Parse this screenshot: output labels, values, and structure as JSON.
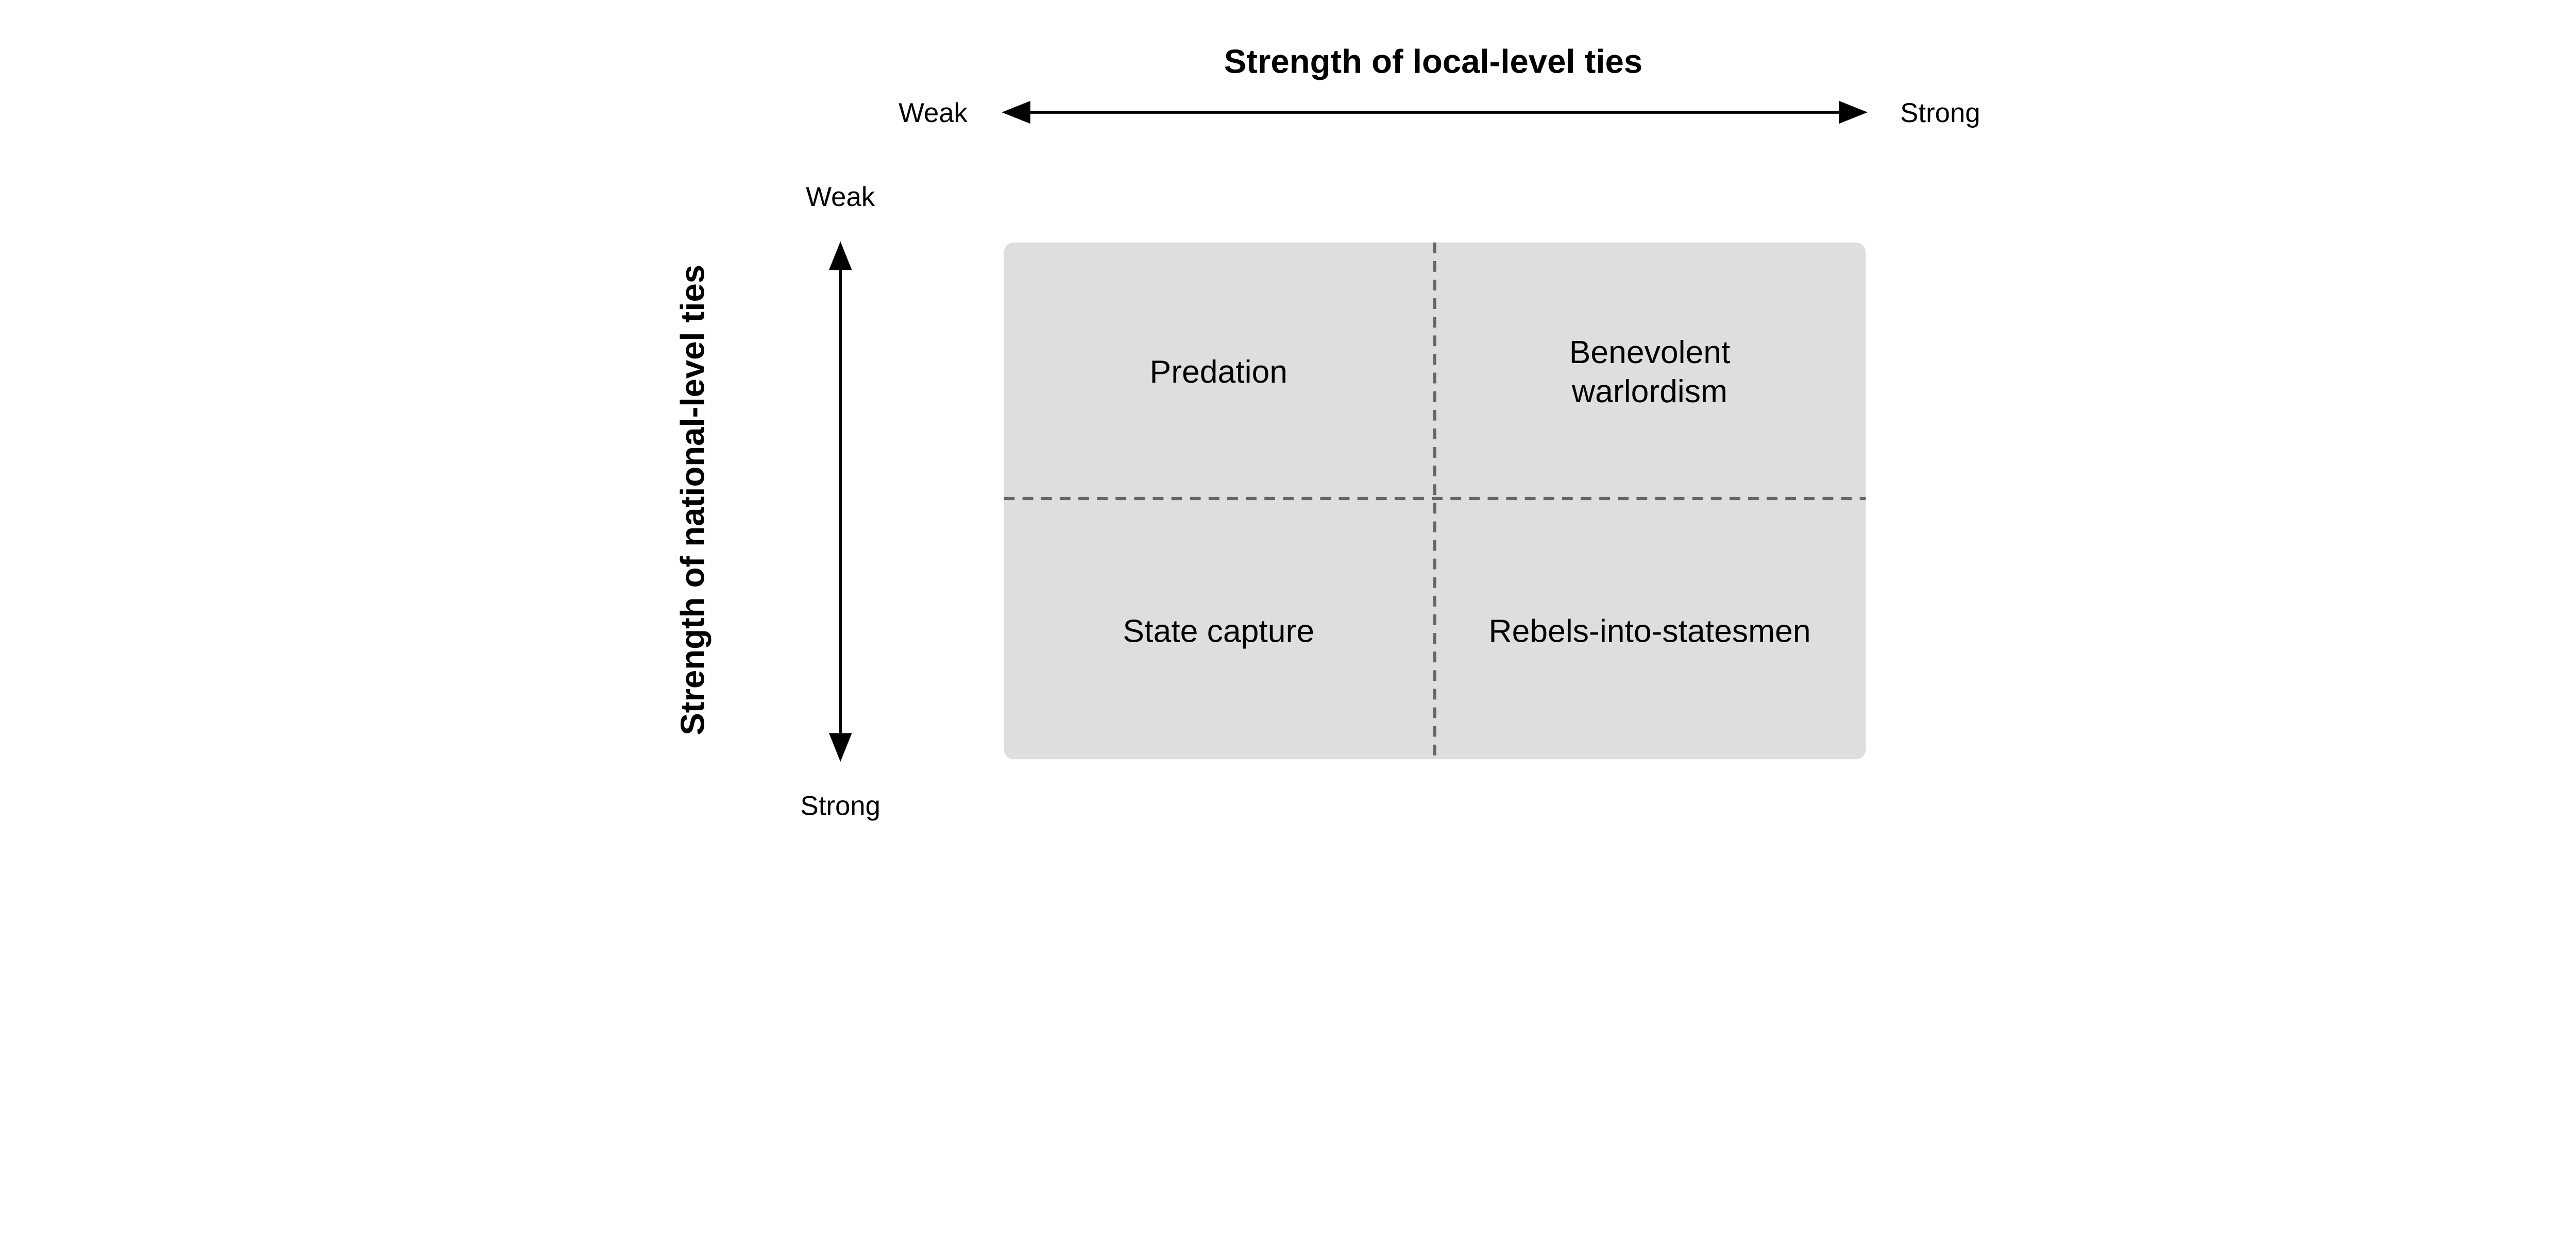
{
  "x_axis": {
    "title": "Strength of local-level ties",
    "left_label": "Weak",
    "right_label": "Strong"
  },
  "y_axis": {
    "title": "Strength of national-level ties",
    "top_label": "Weak",
    "bottom_label": "Strong"
  },
  "quadrants": {
    "top_left": [
      "Predation"
    ],
    "top_right": [
      "Benevolent",
      "warlordism"
    ],
    "bottom_left": [
      "State capture"
    ],
    "bottom_right": [
      "Rebels-into-statesmen"
    ]
  },
  "colors": {
    "grid_fill": "#dedede",
    "divider": "#666666",
    "arrow": "#000000"
  }
}
